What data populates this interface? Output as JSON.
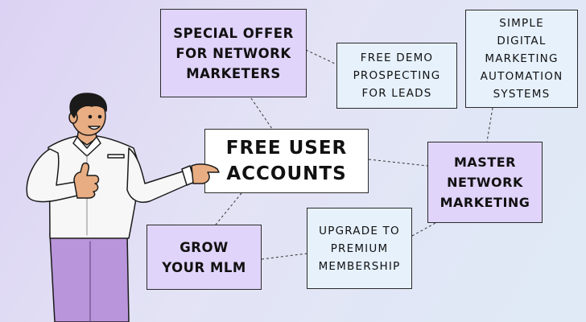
{
  "nodes": {
    "special_offer": "SPECIAL OFFER\nFOR NETWORK\nMARKETERS",
    "free_demo": "FREE DEMO\nPROSPECTING\nFOR LEADS",
    "simple_digital": "SIMPLE\nDIGITAL\nMARKETING\nAUTOMATION\nSYSTEMS",
    "free_user_accounts": "FREE USER\nACCOUNTS",
    "master_network": "MASTER\nNETWORK\nMARKETING",
    "grow_mlm": "GROW\nYOUR MLM",
    "upgrade_premium": "UPGRADE TO\nPREMIUM\nMEMBERSHIP"
  },
  "colors": {
    "purple_box": "#e1d4fb",
    "blue_box": "#e6f1fc",
    "center_box": "#ffffff",
    "border": "#2a2a2a",
    "shirt": "#f7f7f7",
    "pants": "#b995db",
    "skin": "#e8ad82",
    "hair": "#1a1a1a"
  }
}
